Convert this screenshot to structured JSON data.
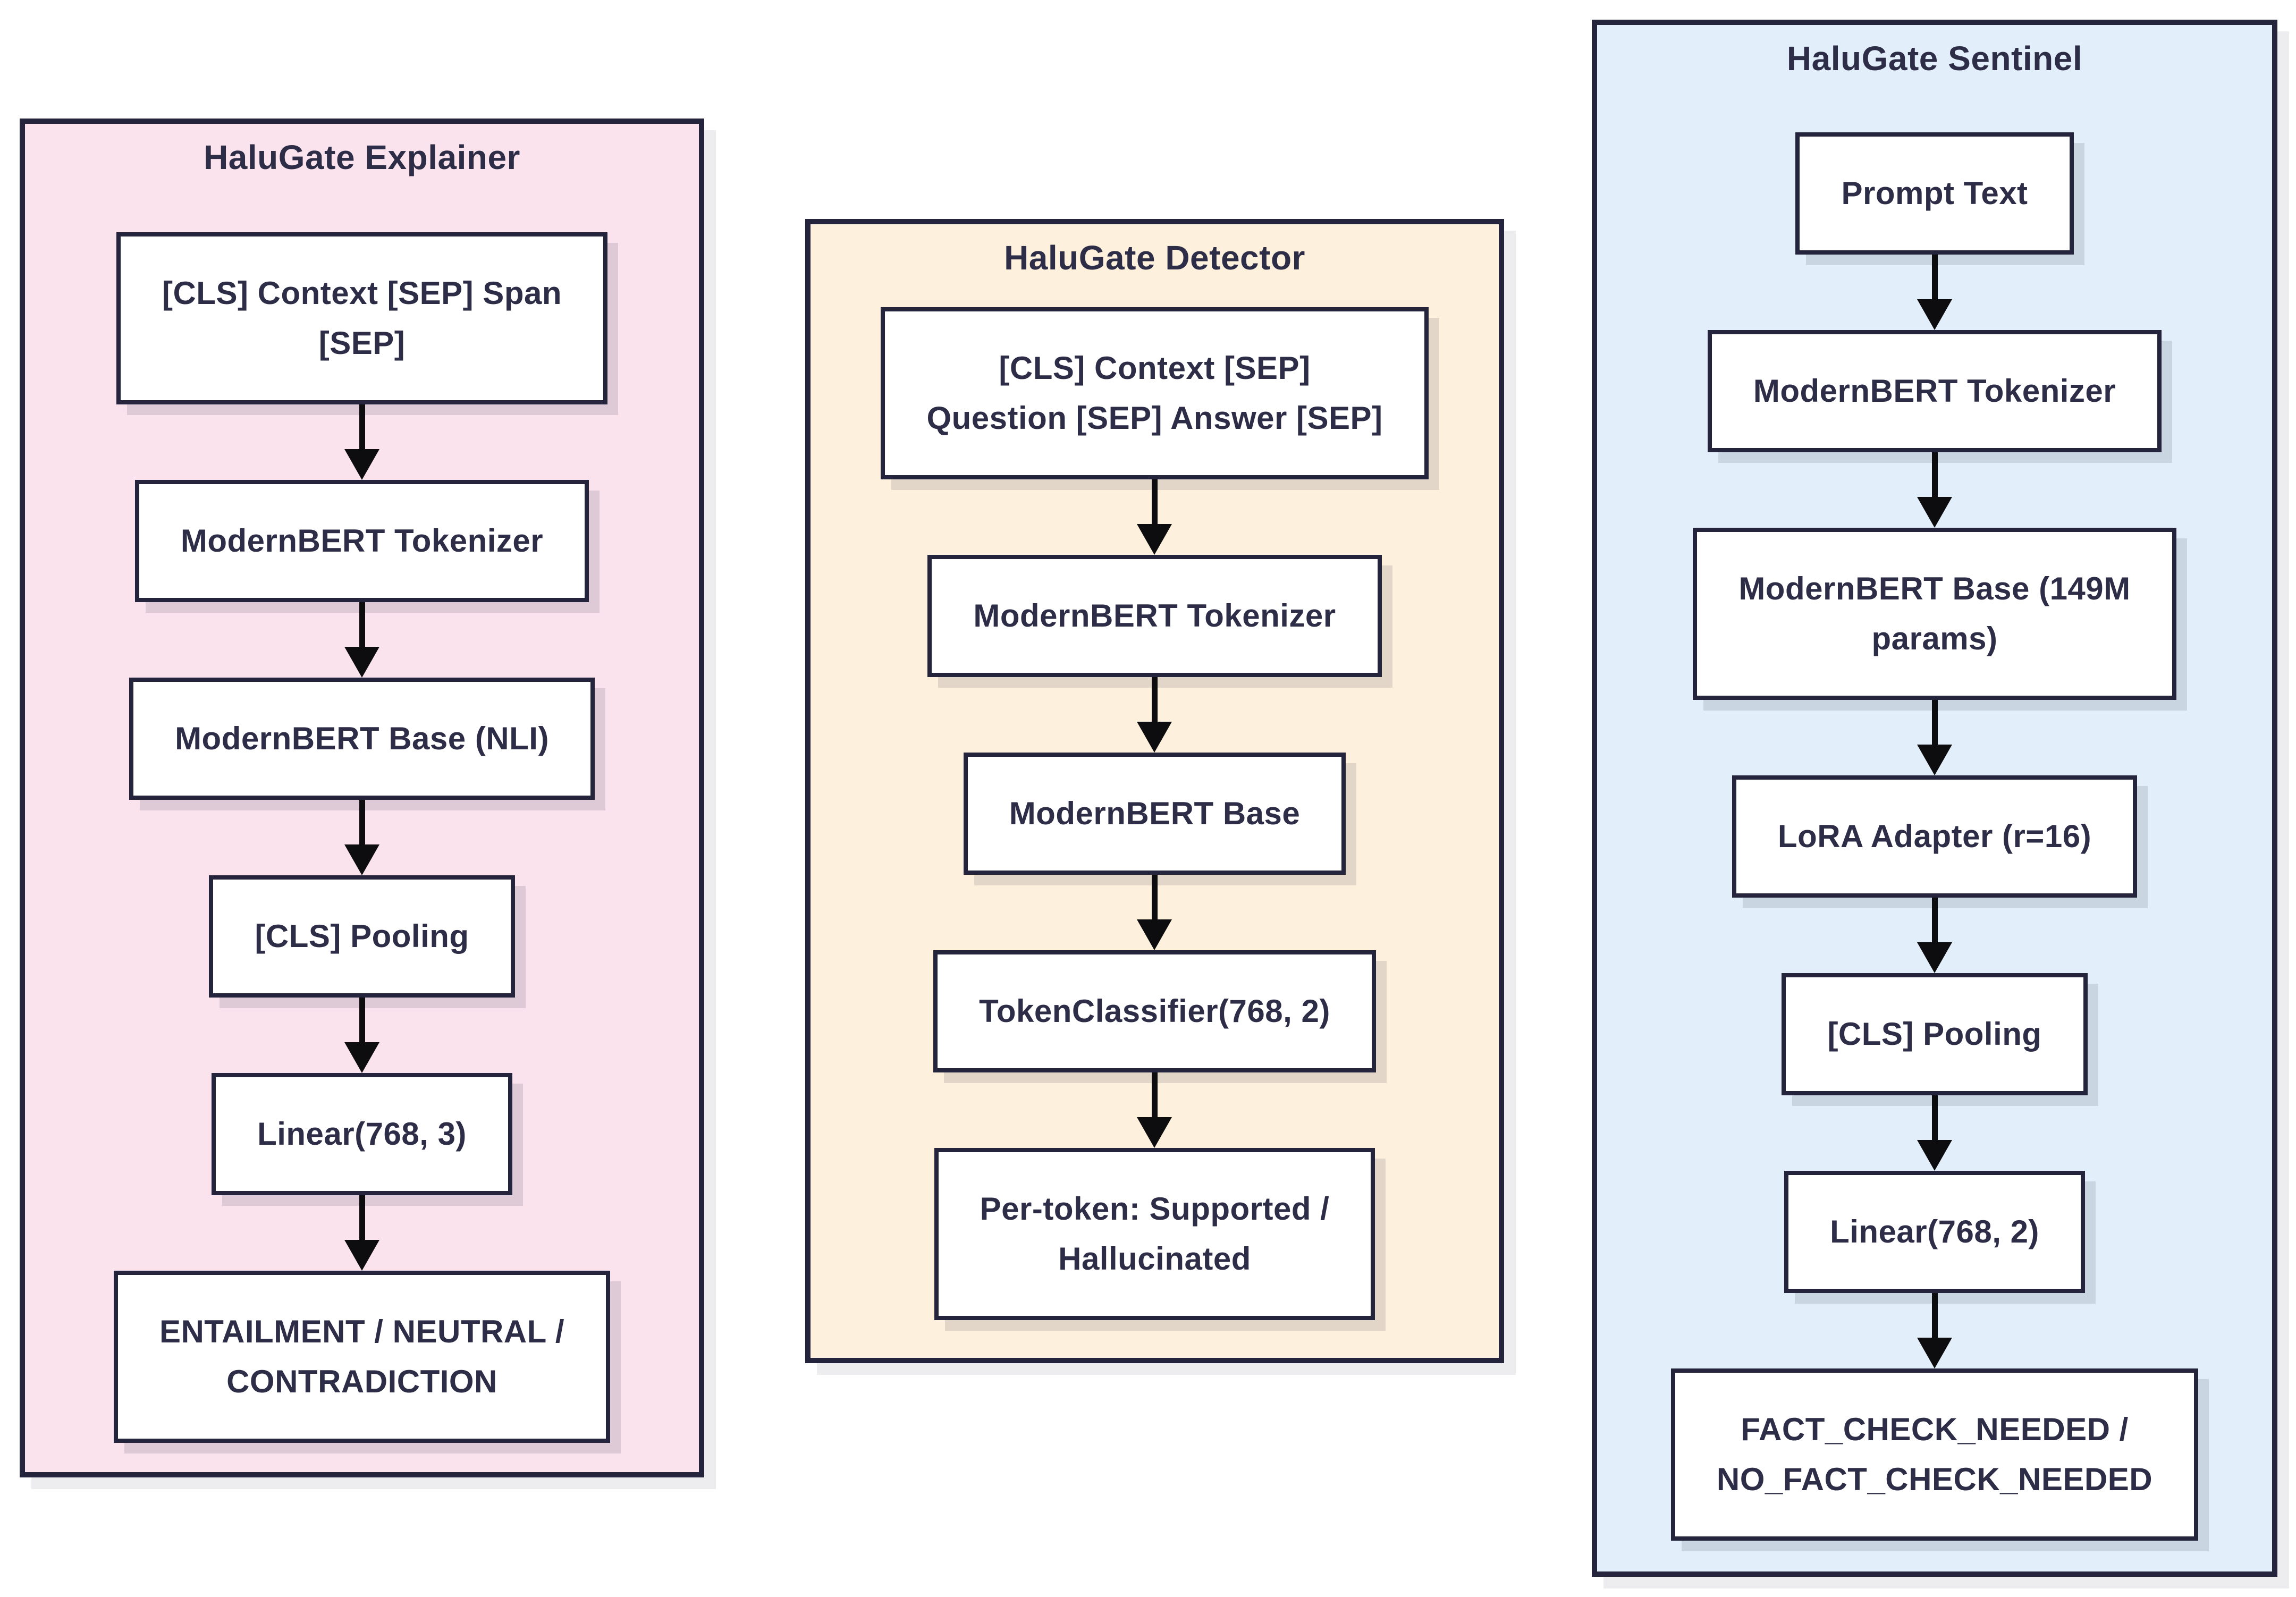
{
  "colors": {
    "page_bg": "#ffffff",
    "ink_border": "#24243d",
    "ink_text": "#2d2d47",
    "arrow": "#0d0d0f",
    "node_bg": "#ffffff",
    "explainer_bg": "#fae3ed",
    "detector_bg": "#fdf1dd",
    "sentinel_bg": "#e2effa",
    "panel_shadow": "#ededf0",
    "node_shadow": "rgba(36,36,61,0.13)"
  },
  "panels": [
    {
      "title": "HaluGate Explainer",
      "nodes": [
        "[CLS] Context [SEP] Span\n[SEP]",
        "ModernBERT Tokenizer",
        "ModernBERT Base (NLI)",
        "[CLS] Pooling",
        "Linear(768, 3)",
        "ENTAILMENT / NEUTRAL /\nCONTRADICTION"
      ]
    },
    {
      "title": "HaluGate Detector",
      "nodes": [
        "[CLS] Context [SEP]\nQuestion [SEP] Answer [SEP]",
        "ModernBERT Tokenizer",
        "ModernBERT Base",
        "TokenClassifier(768, 2)",
        "Per-token: Supported /\nHallucinated"
      ]
    },
    {
      "title": "HaluGate Sentinel",
      "nodes": [
        "Prompt Text",
        "ModernBERT Tokenizer",
        "ModernBERT Base (149M\nparams)",
        "LoRA Adapter (r=16)",
        "[CLS] Pooling",
        "Linear(768, 2)",
        "FACT_CHECK_NEEDED /\nNO_FACT_CHECK_NEEDED"
      ]
    }
  ]
}
